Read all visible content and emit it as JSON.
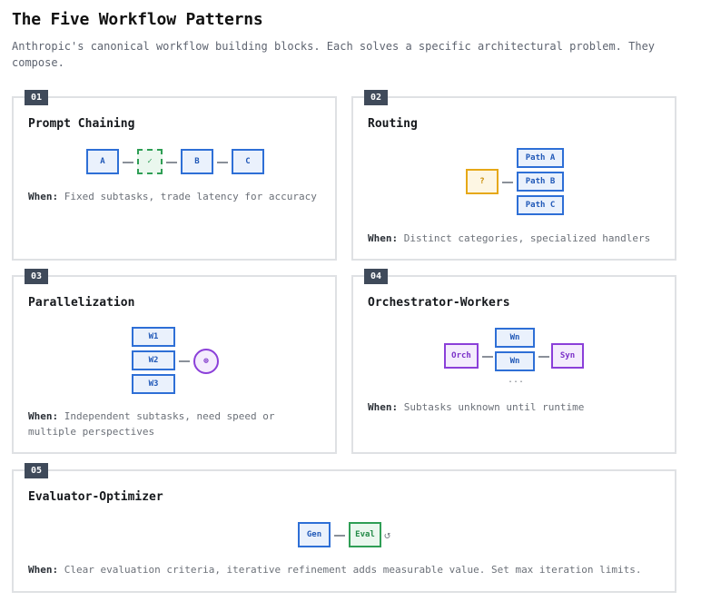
{
  "header": {
    "title": "The Five Workflow Patterns",
    "subtitle": "Anthropic's canonical workflow building blocks. Each solves a specific architectural problem. They compose."
  },
  "when_label": "When:",
  "colors": {
    "blue": "#2e6fd6",
    "green": "#2f9e55",
    "yellow": "#e6a817",
    "purple": "#8b3fd9",
    "badge": "#3f4a5a"
  },
  "patterns": [
    {
      "number": "01",
      "title": "Prompt Chaining",
      "nodes": [
        "A",
        "✓",
        "B",
        "C"
      ],
      "when": "Fixed subtasks, trade latency for accuracy"
    },
    {
      "number": "02",
      "title": "Routing",
      "router": "?",
      "paths": [
        "Path A",
        "Path B",
        "Path C"
      ],
      "when": "Distinct categories, specialized handlers"
    },
    {
      "number": "03",
      "title": "Parallelization",
      "workers": [
        "W1",
        "W2",
        "W3"
      ],
      "aggregator": "⊕",
      "when": "Independent subtasks, need speed or multiple perspectives"
    },
    {
      "number": "04",
      "title": "Orchestrator-Workers",
      "orchestrator": "Orch",
      "workers": [
        "Wn",
        "Wn"
      ],
      "ellipsis": "...",
      "synthesizer": "Syn",
      "when": "Subtasks unknown until runtime"
    },
    {
      "number": "05",
      "title": "Evaluator-Optimizer",
      "generator": "Gen",
      "evaluator": "Eval",
      "loop_icon": "↺",
      "when": "Clear evaluation criteria, iterative refinement adds measurable value. Set max iteration limits."
    }
  ]
}
